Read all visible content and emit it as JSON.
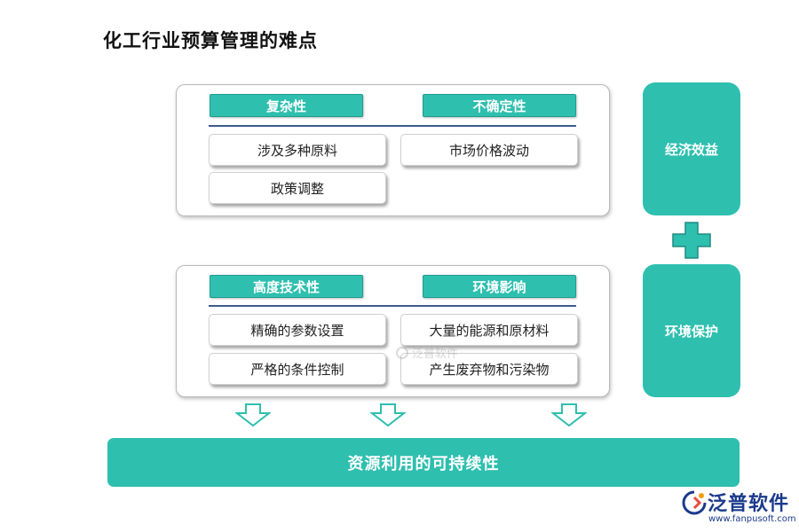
{
  "title": "化工行业预算管理的难点",
  "top_panel": {
    "headers": [
      "复杂性",
      "不确定性"
    ],
    "items": [
      "涉及多种原料",
      "市场价格波动",
      "政策调整"
    ]
  },
  "bottom_panel": {
    "headers": [
      "高度技术性",
      "环境影响"
    ],
    "items": [
      "精确的参数设置",
      "大量的能源和原材料",
      "严格的条件控制",
      "产生废弃物和污染物"
    ]
  },
  "side": {
    "top": "经济效益",
    "bottom": "环境保护"
  },
  "bottom_bar": "资源利用的可持续性",
  "watermark": "泛普软件",
  "logo": {
    "name": "泛普软件",
    "url": "www.fanpusoft.com"
  },
  "colors": {
    "accent": "#2ebfaf",
    "divider": "#3e5a8c",
    "logo": "#1b3a8c"
  }
}
